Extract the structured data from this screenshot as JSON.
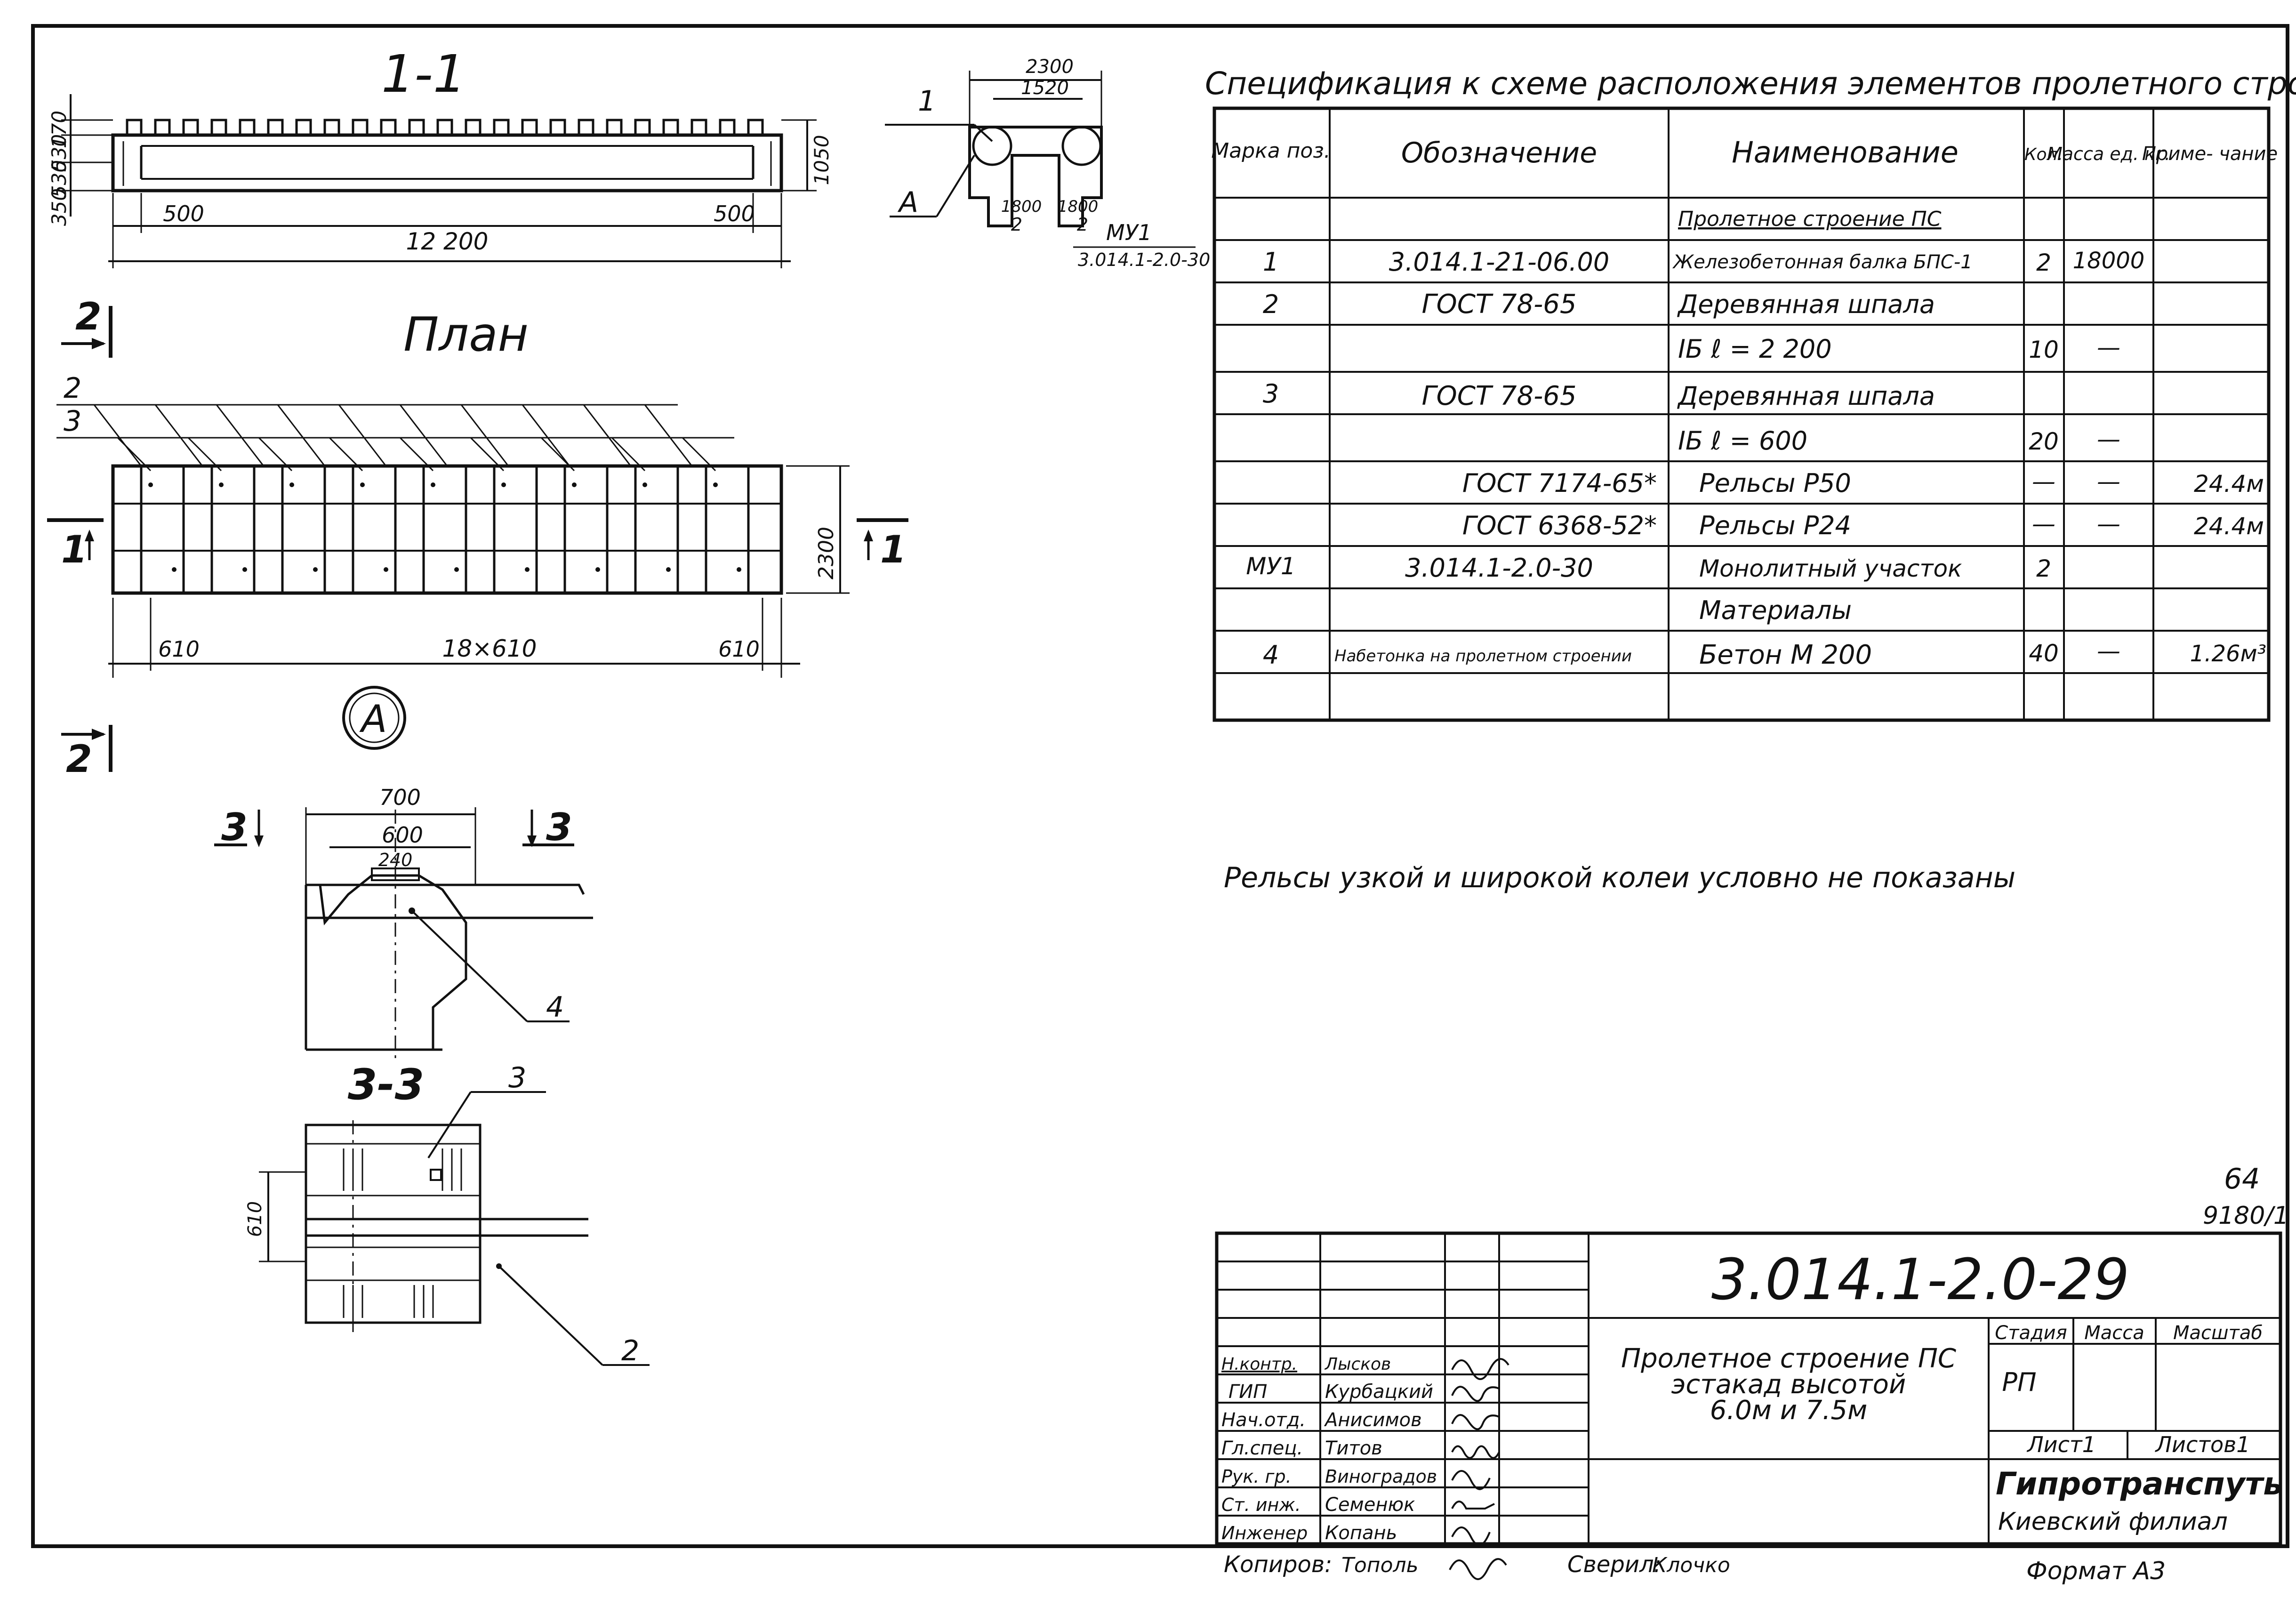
{
  "section_11": {
    "title": "1-1",
    "dims": {
      "d170": "170",
      "d530": "530",
      "d350": "350",
      "d1050": "1050",
      "d500l": "500",
      "d500r": "500",
      "d12200": "12 200"
    }
  },
  "plan": {
    "title": "План",
    "labels": {
      "l2": "2",
      "l3": "3",
      "cut1l": "1",
      "cut1r": "1",
      "cut2t": "2",
      "cut2b": "2",
      "callout": "A"
    },
    "dims": {
      "d610l": "610",
      "dmid": "18×610",
      "d610r": "610",
      "d2300": "2300"
    }
  },
  "cross_section": {
    "dims": {
      "d2300": "2300",
      "d1520": "1520",
      "d1800l": "1800",
      "d2l": "2",
      "d1800r": "1800",
      "d2r": "2"
    },
    "labels": {
      "l1": "1",
      "lA": "A",
      "mu": "МУ1",
      "mu_ref": "3.014.1-2.0-30"
    }
  },
  "detail_a": {
    "dims": {
      "d700": "700",
      "d600": "600",
      "d240": "240"
    },
    "labels": {
      "cut3l": "3",
      "cut3r": "3",
      "l4": "4"
    }
  },
  "section_33": {
    "title": "3-3",
    "dims": {
      "d610": "610"
    },
    "labels": {
      "l3": "3",
      "l2": "2"
    }
  },
  "spec": {
    "title": "Спецификация к схеме расположения элементов пролетного строения",
    "headers": [
      "Марка поз.",
      "Обозначение",
      "Наименование",
      "Кол.",
      "Масса ед. кг.",
      "Приме- чание"
    ],
    "rows": [
      {
        "mark": "",
        "code": "",
        "name": "Пролетное строение ПС",
        "qty": "",
        "mass": "",
        "note": ""
      },
      {
        "mark": "1",
        "code": "3.014.1-21-06.00",
        "name": "Железобетонная балка БПС-1",
        "qty": "2",
        "mass": "18000",
        "note": ""
      },
      {
        "mark": "2",
        "code": "ГОСТ 78-65",
        "name": "Деревянная шпала",
        "qty": "",
        "mass": "",
        "note": ""
      },
      {
        "mark": "",
        "code": "",
        "name": "IБ  ℓ = 2 200",
        "qty": "10",
        "mass": "—",
        "note": ""
      },
      {
        "mark": "3",
        "code": "ГОСТ 78-65",
        "name": "Деревянная шпала",
        "qty": "",
        "mass": "",
        "note": ""
      },
      {
        "mark": "",
        "code": "",
        "name": "IБ  ℓ = 600",
        "qty": "20",
        "mass": "—",
        "note": ""
      },
      {
        "mark": "",
        "code": "ГОСТ 7174-65*",
        "name": "Рельсы Р50",
        "qty": "—",
        "mass": "—",
        "note": "24.4м"
      },
      {
        "mark": "",
        "code": "ГОСТ 6368-52*",
        "name": "Рельсы Р24",
        "qty": "—",
        "mass": "—",
        "note": "24.4м"
      },
      {
        "mark": "МУ1",
        "code": "3.014.1-2.0-30",
        "name": "Монолитный участок",
        "qty": "2",
        "mass": "",
        "note": ""
      },
      {
        "mark": "",
        "code": "",
        "name": "Материалы",
        "qty": "",
        "mass": "",
        "note": ""
      },
      {
        "mark": "4",
        "code": "Набетонка на пролетном строении",
        "name": "Бетон М 200",
        "qty": "40",
        "mass": "—",
        "note": "1.26м³"
      },
      {
        "mark": "",
        "code": "",
        "name": "",
        "qty": "",
        "mass": "",
        "note": ""
      }
    ]
  },
  "note": "Рельсы узкой и широкой колеи условно не показаны",
  "page_mark": {
    "top": "64",
    "bottom": "9180/1"
  },
  "title_block": {
    "doc_code": "3.014.1-2.0-29",
    "title_line1": "Пролетное строение ПС",
    "title_line2": "эстакад высотой",
    "title_line3": "6.0м и 7.5м",
    "stage_header": "Стадия",
    "mass_header": "Масса",
    "scale_header": "Масштаб",
    "stage": "РП",
    "sheet": "Лист1",
    "sheets": "Листов1",
    "org": "Гипротранспуть",
    "branch": "Киевский филиал",
    "roles": [
      {
        "role": "Н.контр.",
        "name": "Лысков"
      },
      {
        "role": "ГИП",
        "name": "Курбацкий"
      },
      {
        "role": "Нач.отд.",
        "name": "Анисимов"
      },
      {
        "role": "Гл.спец.",
        "name": "Титов"
      },
      {
        "role": "Рук. гр.",
        "name": "Виноградов"
      },
      {
        "role": "Ст. инж.",
        "name": "Семенюк"
      },
      {
        "role": "Инженер",
        "name": "Копань"
      }
    ]
  },
  "footer": {
    "copied_label": "Копиров:",
    "copied_name": "Тополь",
    "checked_label": "Сверил:",
    "checked_name": "Клочко",
    "format": "Формат А3"
  }
}
